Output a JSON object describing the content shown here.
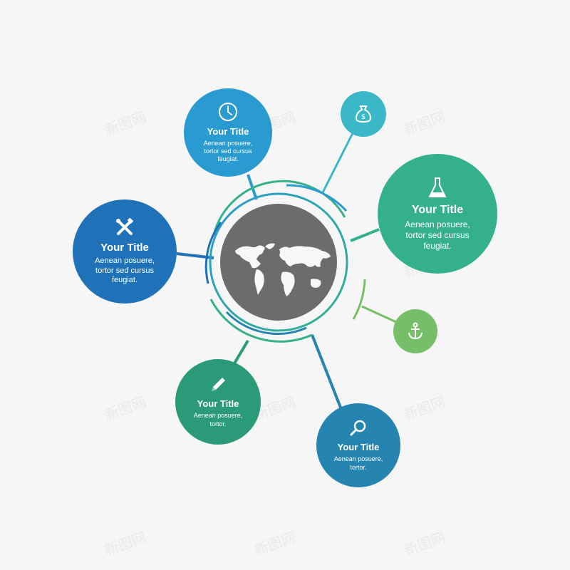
{
  "colors": {
    "background": "#f6f6f6",
    "hub": "#6b6c6e",
    "blue_light": "#2a9bd1",
    "blue_dark": "#1f72b8",
    "teal": "#35b08d",
    "green_dark": "#2b9a78",
    "teal_blue": "#2584b0",
    "aqua": "#3ab8c7",
    "green": "#76bf68"
  },
  "hub": {
    "icon": "world-map-icon"
  },
  "nodes": [
    {
      "id": "top",
      "color": "#2a9bd1",
      "icon": "clock-icon",
      "title": "Your Title",
      "body": [
        "Aenean posuere,",
        "tortor sed cursus",
        "feugiat."
      ]
    },
    {
      "id": "left",
      "color": "#1f72b8",
      "icon": "tools-icon",
      "title": "Your Title",
      "body": [
        "Aenean posuere,",
        "tortor sed cursus",
        "feugiat."
      ]
    },
    {
      "id": "right",
      "color": "#35b08d",
      "icon": "flask-icon",
      "title": "Your Title",
      "body": [
        "Aenean posuere,",
        "tortor sed cursus",
        "feugiat."
      ]
    },
    {
      "id": "bottom-left",
      "color": "#2b9a78",
      "icon": "pencil-icon",
      "title": "Your Title",
      "body": [
        "Aenean posuere,",
        "tortor."
      ]
    },
    {
      "id": "bottom-right",
      "color": "#2584b0",
      "icon": "search-icon",
      "title": "Your Title",
      "body": [
        "Aenean posuere,",
        "tortor."
      ]
    }
  ],
  "small_nodes": [
    {
      "id": "money",
      "color": "#3ab8c7",
      "icon": "money-bag-icon"
    },
    {
      "id": "anchor",
      "color": "#76bf68",
      "icon": "anchor-icon"
    }
  ],
  "watermark_text": "新图网"
}
